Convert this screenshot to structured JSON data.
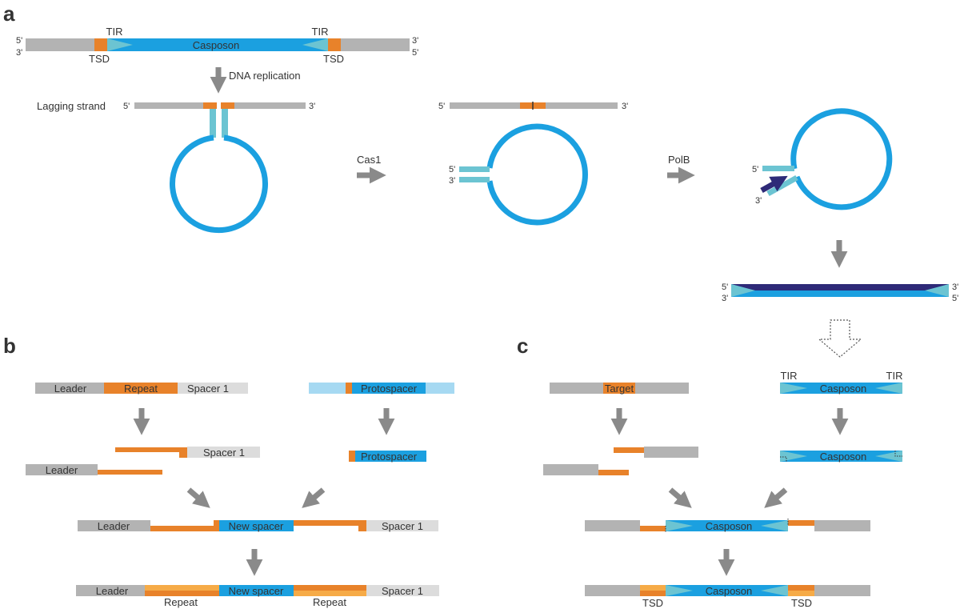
{
  "colors": {
    "gray": "#b3b3b3",
    "light_gray": "#dcdcdc",
    "orange": "#e8822a",
    "light_orange": "#f6ab47",
    "blue": "#1ba0e0",
    "light_blue": "#a6d9f2",
    "cyan": "#6cc4d2",
    "navy": "#2e2a78",
    "arrow_gray": "#8a8a8a"
  },
  "panels": {
    "a": "a",
    "b": "b",
    "c": "c"
  },
  "ends": {
    "five": "5'",
    "three": "3'"
  },
  "panel_a": {
    "tir": "TIR",
    "tsd": "TSD",
    "casposon": "Casposon",
    "dna_replication": "DNA replication",
    "lagging_strand": "Lagging strand",
    "cas1": "Cas1",
    "polb": "PolB"
  },
  "panel_b": {
    "leader": "Leader",
    "repeat": "Repeat",
    "spacer1": "Spacer 1",
    "protospacer": "Protospacer",
    "new_spacer": "New spacer"
  },
  "panel_c": {
    "target": "Target",
    "tir": "TIR",
    "casposon": "Casposon",
    "tsd": "TSD"
  }
}
